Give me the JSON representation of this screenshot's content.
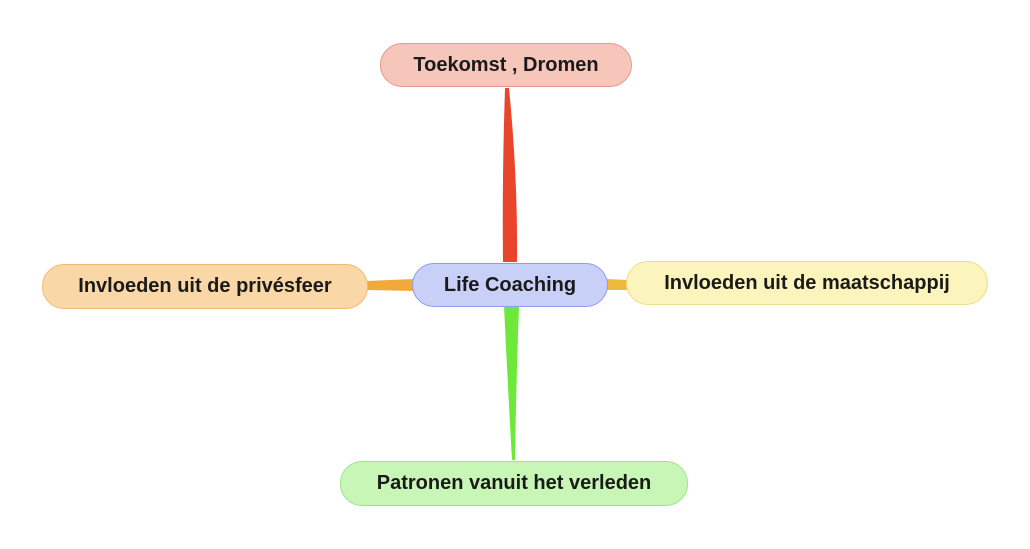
{
  "mindmap": {
    "central": {
      "label": "Life Coaching",
      "color": "#c8d0f8"
    },
    "branches": [
      {
        "id": "top",
        "label": "Toekomst , Dromen",
        "color": "#f7c6bb",
        "line_color": "#e8452c"
      },
      {
        "id": "left",
        "label": "Invloeden uit de privésfeer",
        "color": "#f9d7a6",
        "line_color": "#f0a93a"
      },
      {
        "id": "right",
        "label": "Invloeden uit de maatschappij",
        "color": "#fbf4bd",
        "line_color": "#f0b83a"
      },
      {
        "id": "bottom",
        "label": "Patronen vanuit het verleden",
        "color": "#c8f6b6",
        "line_color": "#6ee83a"
      }
    ]
  }
}
